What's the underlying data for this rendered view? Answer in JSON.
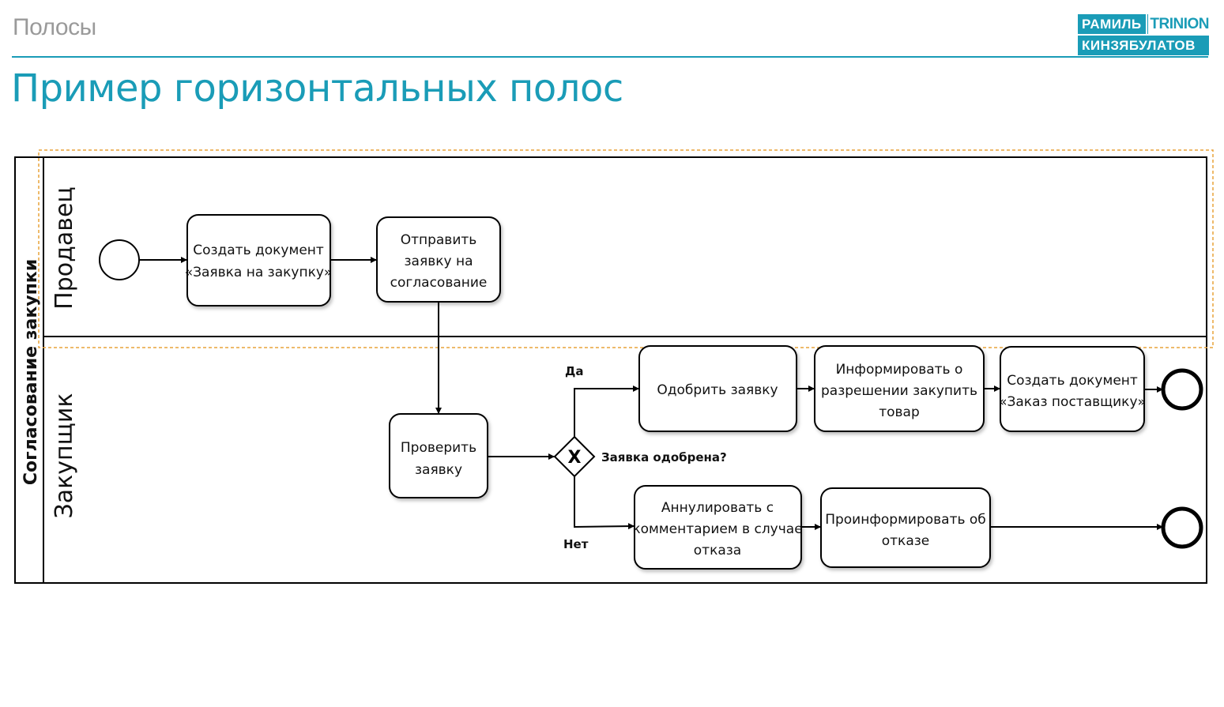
{
  "header": {
    "section_label": "Полосы",
    "title": "Пример горизонтальных полос"
  },
  "logo": {
    "line1_a": "РАМИЛЬ",
    "line1_b": "TRINION",
    "line2": "КИНЗЯБУЛАТОВ"
  },
  "colors": {
    "accent": "#1a9cb7",
    "highlight_dash": "#e8a33a"
  },
  "diagram": {
    "pool_label": "Согласование закупки",
    "lanes": [
      {
        "label": "Продавец"
      },
      {
        "label": "Закупщик"
      }
    ],
    "tasks": {
      "create_request": [
        "Создать документ",
        "«Заявка на закупку»"
      ],
      "send_request": [
        "Отправить",
        "заявку на",
        "согласование"
      ],
      "check_request": [
        "Проверить",
        "заявку"
      ],
      "approve_request": [
        "Одобрить заявку"
      ],
      "inform_permission": [
        "Информировать о",
        "разрешении закупить",
        "товар"
      ],
      "create_order": [
        "Создать документ",
        "«Заказ поставщику»"
      ],
      "cancel_comment": [
        "Аннулировать с",
        "комментарием в случае",
        "отказа"
      ],
      "inform_refusal": [
        "Проинформировать об",
        "отказе"
      ]
    },
    "gateway": {
      "symbol": "X",
      "label": "Заявка одобрена?"
    },
    "edge_labels": {
      "yes": "Да",
      "no": "Нет"
    }
  }
}
